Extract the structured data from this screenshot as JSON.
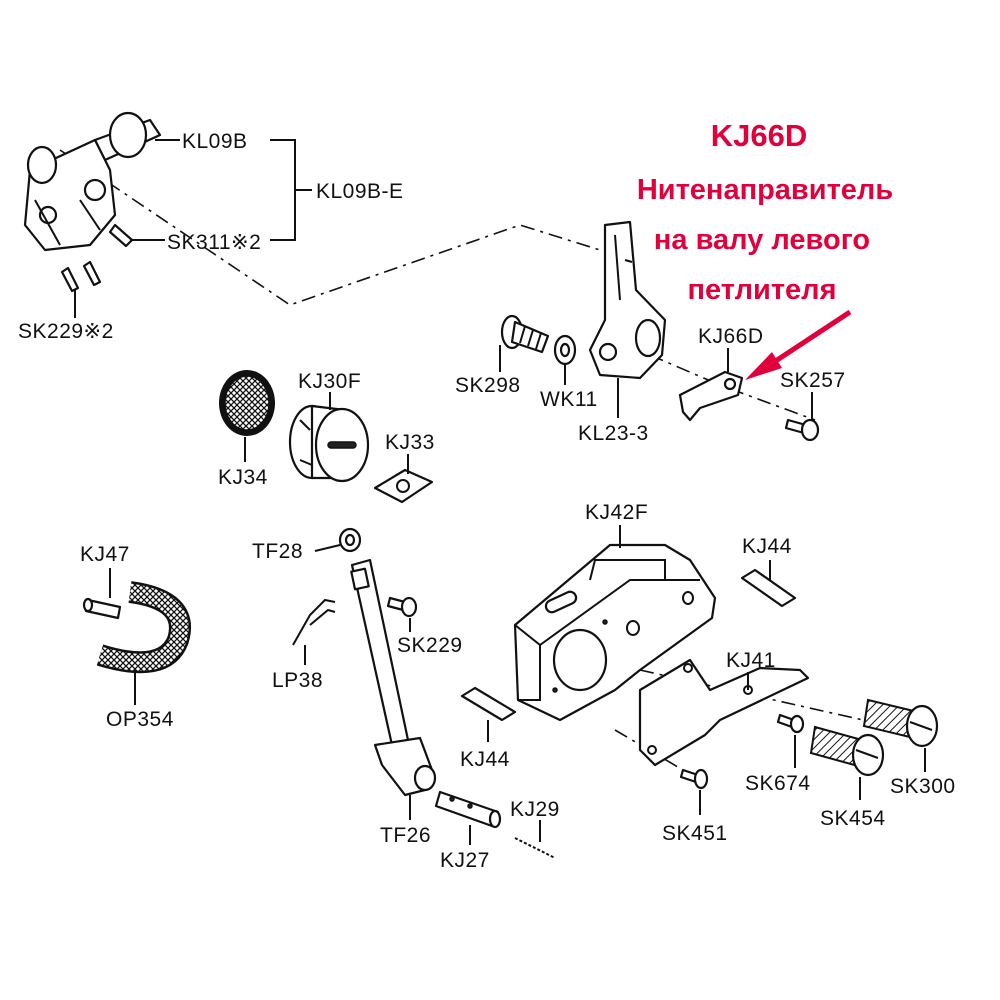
{
  "annotation": {
    "code": "KJ66D",
    "line1": "Нитенаправитель",
    "line2": "на валу левого",
    "line3": "петлителя",
    "color": "#e0003c"
  },
  "labels": {
    "KL09B": "KL09B",
    "KL09B_E": "KL09B-E",
    "SK311x2": "SK311※2",
    "SK229x2": "SK229※2",
    "KJ66D": "KJ66D",
    "SK257": "SK257",
    "SK298": "SK298",
    "WK11": "WK11",
    "KL23_3": "KL23-3",
    "KJ30F": "KJ30F",
    "KJ34": "KJ34",
    "KJ33": "KJ33",
    "KJ42F": "KJ42F",
    "KJ44_top": "KJ44",
    "TF28": "TF28",
    "KJ47": "KJ47",
    "SK229": "SK229",
    "LP38": "LP38",
    "OP354": "OP354",
    "KJ41": "KJ41",
    "KJ44_bottom": "KJ44",
    "SK674": "SK674",
    "SK300": "SK300",
    "SK454": "SK454",
    "SK451": "SK451",
    "TF26": "TF26",
    "KJ27": "KJ27",
    "KJ29": "KJ29"
  }
}
